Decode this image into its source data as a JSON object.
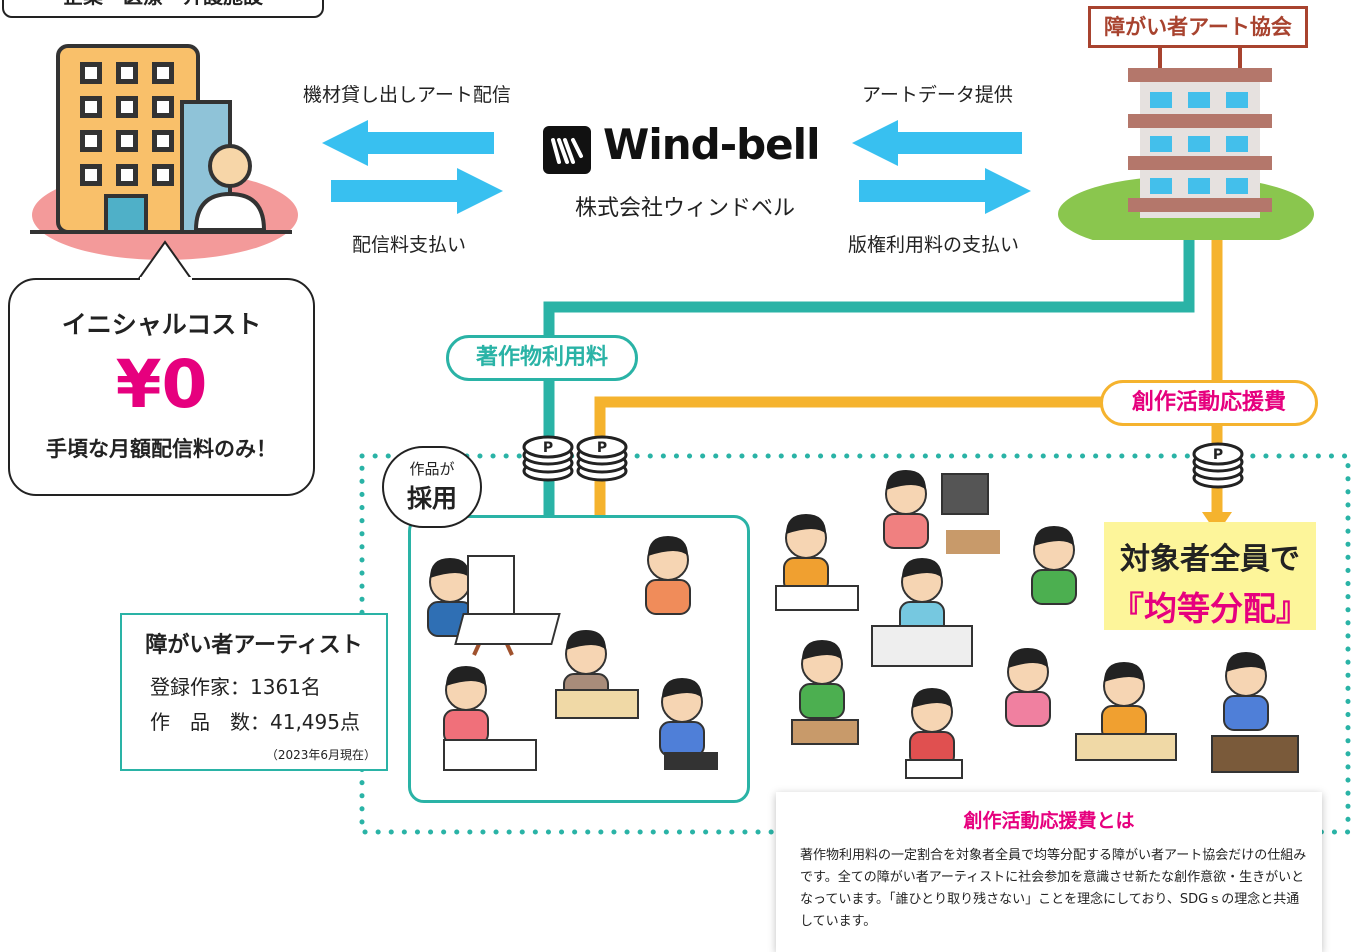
{
  "header_tab": "企業・医療・介護施設",
  "association": {
    "name": "障がい者アート協会"
  },
  "flows": {
    "top_left": "機材貸し出しアート配信",
    "bottom_left": "配信料支払い",
    "top_right": "アートデータ提供",
    "bottom_right": "版権利用料の支払い"
  },
  "company": {
    "logo": "Wind-bell",
    "name": "株式会社ウィンドベル"
  },
  "cost_bubble": {
    "title": "イニシャルコスト",
    "price": "¥0",
    "note": "手頃な月額配信料のみ！"
  },
  "labels": {
    "copyright_fee": "著作物利用料",
    "support_fee": "創作活動応援費",
    "adopted_small": "作品が",
    "adopted_big": "採用",
    "coin_mark": "P"
  },
  "distribution": {
    "line1": "対象者全員で",
    "line2": "『均等分配』"
  },
  "artists": {
    "title": "障がい者アーティスト",
    "registered": "登録作家：1361名",
    "works": "作　品　数：41,495点",
    "as_of": "（2023年6月現在）"
  },
  "explanation": {
    "title": "創作活動応援費とは",
    "body": "著作物利用料の一定割合を対象者全員で均等分配する障がい者アート協会だけの仕組みです。全ての障がい者アーティストに社会参加を意識させ新たな創作意欲・生きがいとなっています。「誰ひとり取り残さない」ことを理念にしており、SDGｓの理念と共通しています。"
  },
  "colors": {
    "arrow_blue": "#38c0f0",
    "teal": "#2ab3a6",
    "orange": "#f5b32e",
    "magenta": "#e6007e",
    "association_red": "#a8432f",
    "highlight_yellow": "#fdf59a"
  }
}
